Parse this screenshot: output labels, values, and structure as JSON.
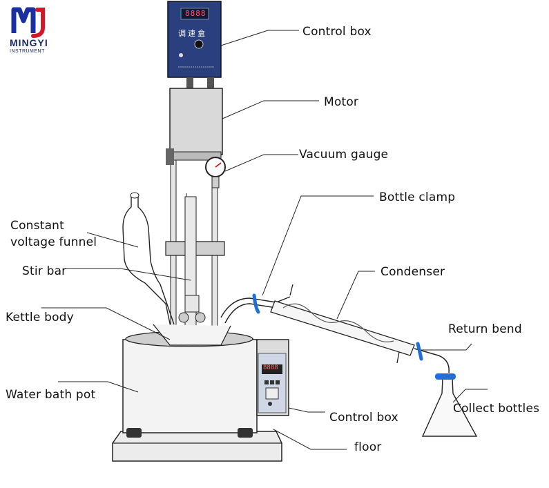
{
  "brand": {
    "name": "MINGYI",
    "subtitle": "INSTRUMENT",
    "logo_colors": [
      "#1a2fa0",
      "#d4182c"
    ]
  },
  "device": {
    "control_box_display": "8888",
    "control_box_title": "调速盒",
    "bath_display": "8888"
  },
  "labels": {
    "control_box_top": "Control box",
    "motor": "Motor",
    "vacuum_gauge": "Vacuum gauge",
    "bottle_clamp": "Bottle clamp",
    "constant_voltage_funnel_1": "Constant",
    "constant_voltage_funnel_2": "voltage funnel",
    "condenser": "Condenser",
    "stir_bar": "Stir bar",
    "kettle_body": "Kettle body",
    "return_bend": "Return bend",
    "water_bath_pot": "Water bath pot",
    "collect_bottles": "Collect bottles",
    "control_box_bottom": "Control box",
    "floor": "floor"
  },
  "colors": {
    "panel": "#2a3f7e",
    "clamp": "#1f6fd6",
    "line": "#222222",
    "metal": "#d9d9d9"
  }
}
